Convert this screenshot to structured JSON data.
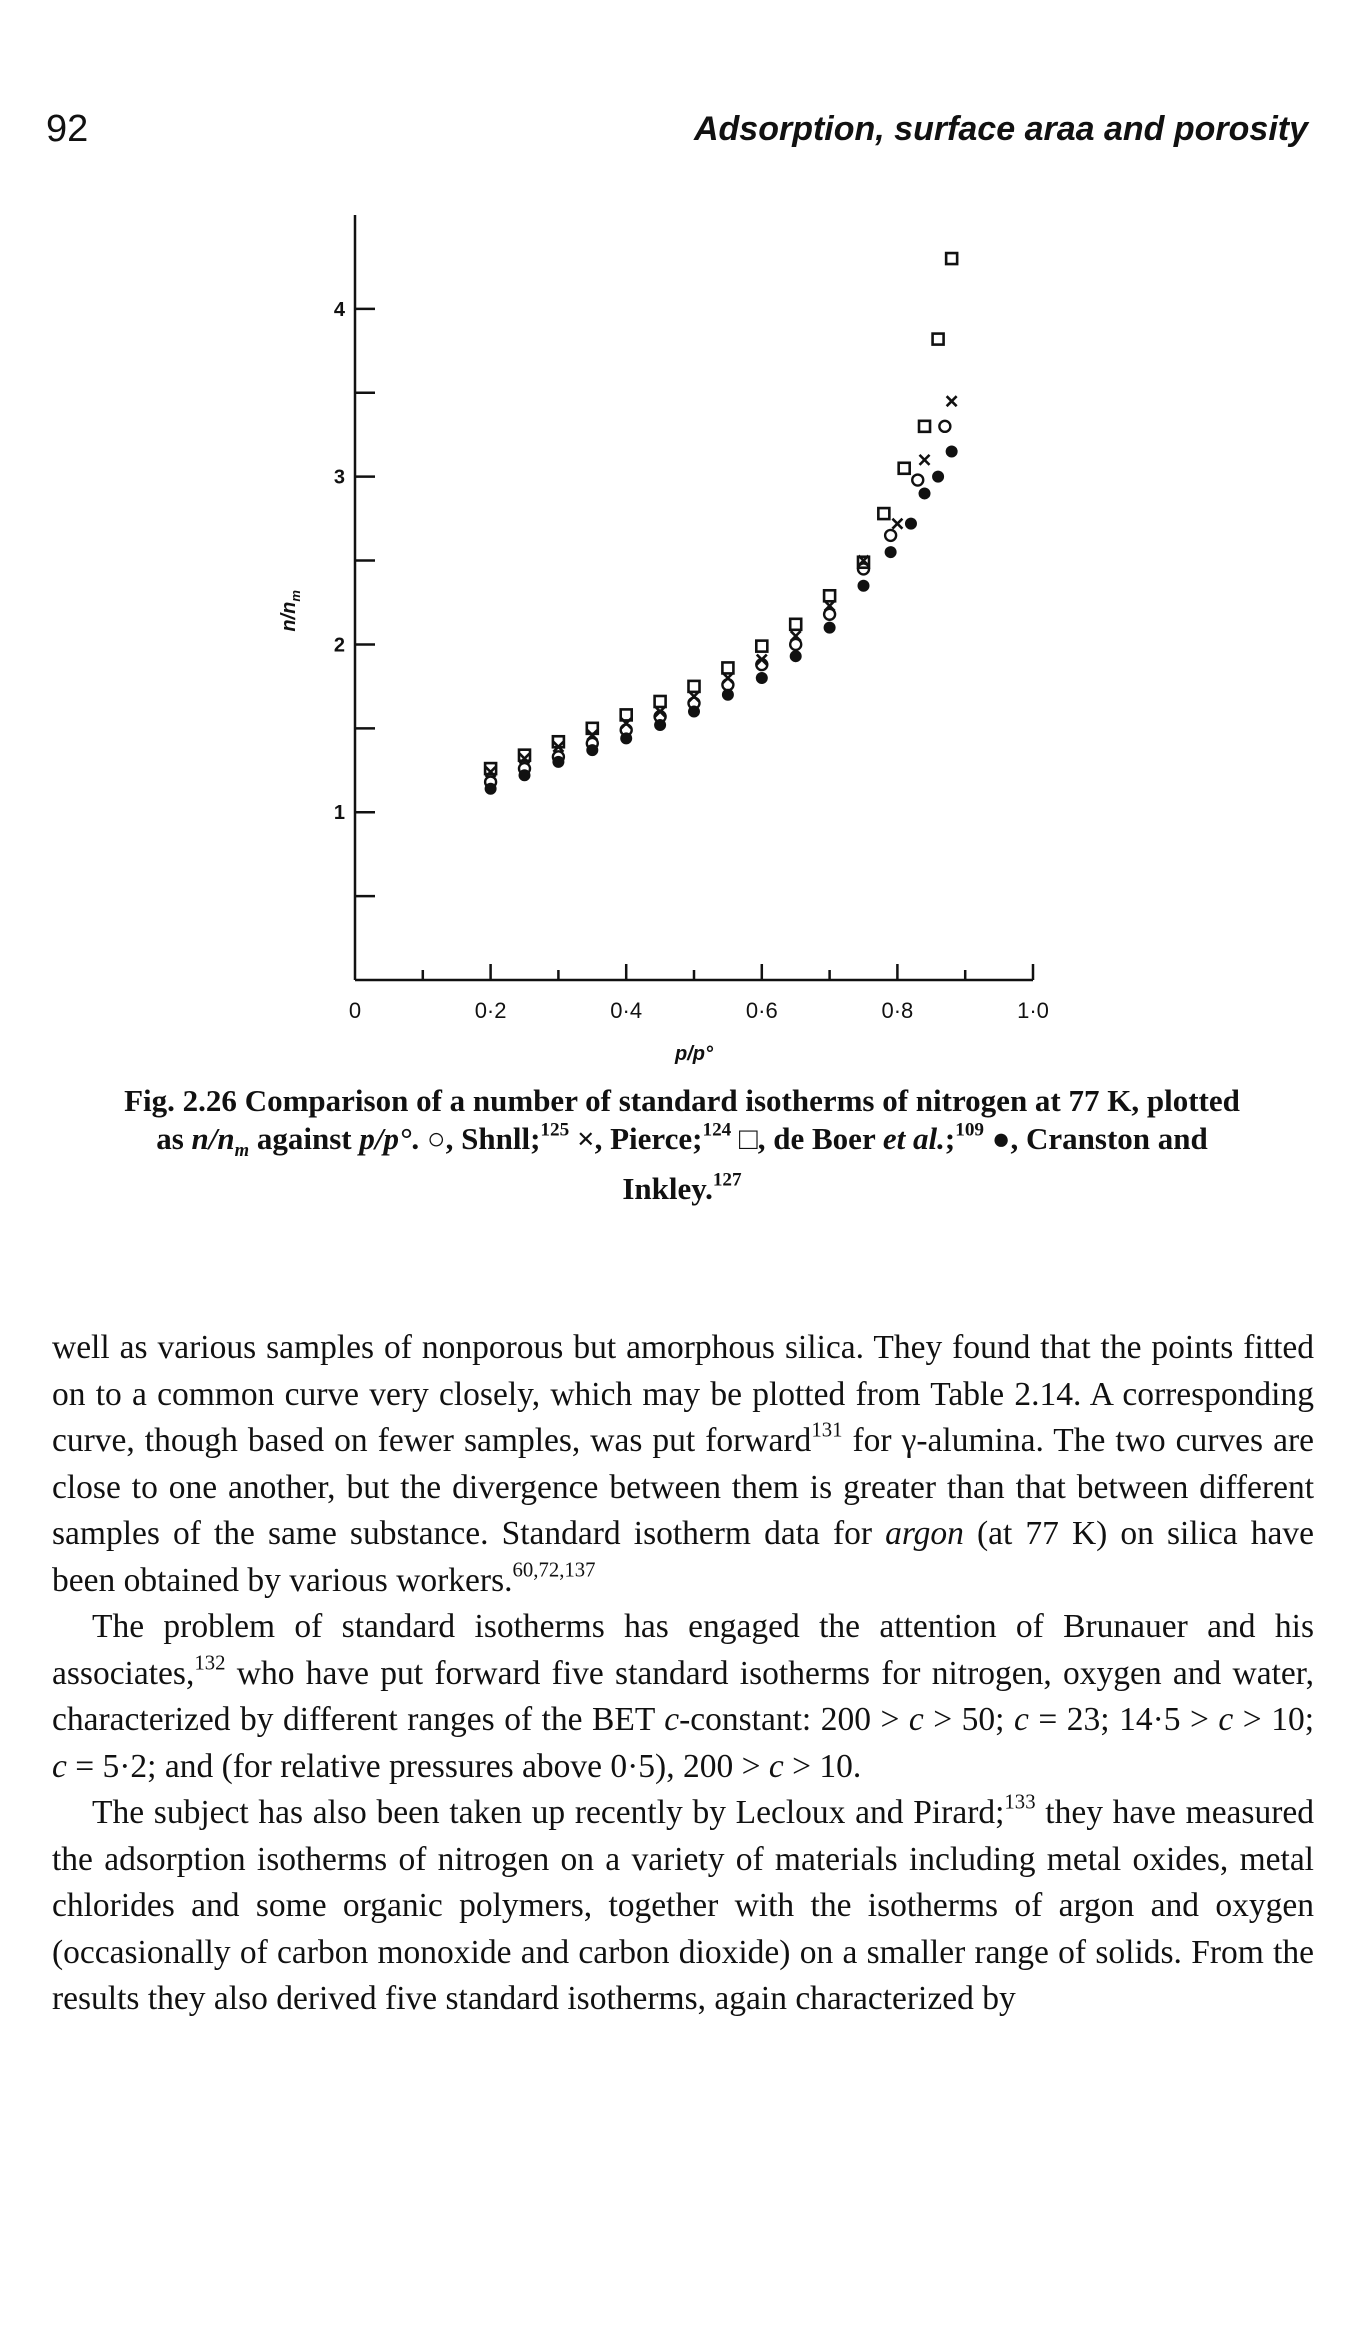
{
  "header": {
    "page_number": "92",
    "running_title": "Adsorption, surface araa and porosity"
  },
  "caption": {
    "label": "Fig. 2.26",
    "p1": " Comparison of a number of standard isotherms of nitrogen at 77 K, plotted as ",
    "nnm": "n/n",
    "nnm_sub": "m",
    "p2": " against ",
    "ppo": "p/p°",
    "p3": ". ○, Shnll;",
    "ref1": "125",
    "p4": " ×, Pierce;",
    "ref2": "124",
    "p5": " □, de Boer ",
    "etal": "et al.",
    "p6": ";",
    "ref3": "109",
    "p7": " ●, Cranston and Inkley.",
    "ref4": "127"
  },
  "body": {
    "p1a": "well as various samples of nonporous but amorphous silica. They found that the points fitted on to a common curve very closely, which may be plotted from Table 2.14. A corresponding curve, though based on fewer samples, was put forward",
    "ref131": "131",
    "p1b": " for γ-alumina. The two curves are close to one another, but the divergence between them is greater than that between different samples of the same substance. Standard isotherm data for ",
    "argon": "argon",
    "p1c": " (at 77 K) on silica have been obtained by various workers.",
    "ref_multi": "60,72,137",
    "p2a": "The problem of standard isotherms has engaged the attention of Brunauer and his associates,",
    "ref132": "132",
    "p2b": " who have put forward five standard isotherms for nitrogen, oxygen and water, characterized by different ranges of the BET ",
    "c1": "c",
    "p2c": "-constant: 200 > ",
    "c2": "c",
    "p2d": " > 50; ",
    "c3": "c",
    "p2e": " = 23; 14·5 > ",
    "c4": "c",
    "p2f": " > 10; ",
    "c5": "c",
    "p2g": " = 5·2; and (for relative pressures above 0·5), 200 > ",
    "c6": "c",
    "p2h": " > 10.",
    "p3a": "The subject has also been taken up recently by Lecloux and Pirard;",
    "ref133": "133",
    "p3b": " they have measured the adsorption isotherms of nitrogen on a variety of materials including metal oxides, metal chlorides and some organic polymers, together with the isotherms of argon and oxygen (occasionally of carbon monoxide and carbon dioxide) on a smaller range of solids. From the results they also derived five standard isotherms, again characterized by"
  },
  "chart_data": {
    "type": "scatter",
    "title": "",
    "xlabel": "p/p°",
    "ylabel": "n/n",
    "ylabel_sub": "m",
    "xlim": [
      0,
      1.0
    ],
    "ylim": [
      0,
      4.5
    ],
    "x_ticks": [
      {
        "value": 0,
        "label": "0"
      },
      {
        "value": 0.2,
        "label": "0·2"
      },
      {
        "value": 0.4,
        "label": "0·4"
      },
      {
        "value": 0.6,
        "label": "0·6"
      },
      {
        "value": 0.8,
        "label": "0·8"
      },
      {
        "value": 1.0,
        "label": "1·0"
      }
    ],
    "x_minor_ticks": [
      0.1,
      0.3,
      0.5,
      0.7,
      0.9
    ],
    "y_ticks": [
      {
        "value": 1,
        "label": "1"
      },
      {
        "value": 2,
        "label": "2"
      },
      {
        "value": 3,
        "label": "3"
      },
      {
        "value": 4,
        "label": "4"
      }
    ],
    "y_minor_ticks": [
      0.5,
      1.5,
      2.5,
      3.5
    ],
    "grid": false,
    "legend": "in caption",
    "series": [
      {
        "name": "Shnll",
        "marker": "open-circle",
        "x": [
          0.2,
          0.25,
          0.3,
          0.35,
          0.4,
          0.45,
          0.5,
          0.55,
          0.6,
          0.65,
          0.7,
          0.75,
          0.79,
          0.83,
          0.87
        ],
        "y": [
          1.18,
          1.26,
          1.33,
          1.41,
          1.49,
          1.57,
          1.65,
          1.76,
          1.88,
          2.0,
          2.18,
          2.45,
          2.65,
          2.98,
          3.3
        ]
      },
      {
        "name": "Pierce",
        "marker": "cross",
        "x": [
          0.2,
          0.25,
          0.3,
          0.35,
          0.4,
          0.45,
          0.5,
          0.55,
          0.6,
          0.65,
          0.7,
          0.75,
          0.8,
          0.84,
          0.88
        ],
        "y": [
          1.24,
          1.32,
          1.39,
          1.46,
          1.53,
          1.6,
          1.69,
          1.8,
          1.91,
          2.05,
          2.23,
          2.5,
          2.72,
          3.1,
          3.45
        ]
      },
      {
        "name": "de Boer et al.",
        "marker": "open-square",
        "x": [
          0.2,
          0.25,
          0.3,
          0.35,
          0.4,
          0.45,
          0.5,
          0.55,
          0.6,
          0.65,
          0.7,
          0.75,
          0.78,
          0.81,
          0.84,
          0.86,
          0.88
        ],
        "y": [
          1.26,
          1.34,
          1.42,
          1.5,
          1.58,
          1.66,
          1.75,
          1.86,
          1.99,
          2.12,
          2.29,
          2.49,
          2.78,
          3.05,
          3.3,
          3.82,
          4.3
        ]
      },
      {
        "name": "Cranston and Inkley",
        "marker": "filled-circle",
        "x": [
          0.2,
          0.25,
          0.3,
          0.35,
          0.4,
          0.45,
          0.5,
          0.55,
          0.6,
          0.65,
          0.7,
          0.75,
          0.79,
          0.82,
          0.84,
          0.86,
          0.88
        ],
        "y": [
          1.14,
          1.22,
          1.3,
          1.37,
          1.44,
          1.52,
          1.6,
          1.7,
          1.8,
          1.93,
          2.1,
          2.35,
          2.55,
          2.72,
          2.9,
          3.0,
          3.15
        ]
      }
    ]
  }
}
